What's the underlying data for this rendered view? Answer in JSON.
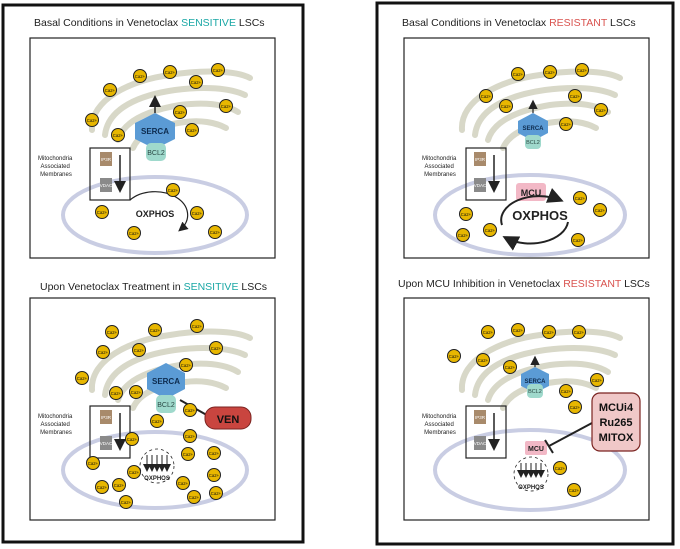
{
  "colors": {
    "sensitive": "#1aa7a5",
    "resistant": "#d9534f",
    "calcium_fill": "#e8b700",
    "serca": "#5b9bd5",
    "bcl2": "#9fd9cc",
    "mcu": "#f2b8c6",
    "ven": "#c9453f",
    "inhibitor_box": "#f0c8c8",
    "er_outline": "#d8d8c8",
    "mito_outline": "#c9cde3"
  },
  "calcium_label": "Ca2+",
  "panels": {
    "p1": {
      "title_prefix": "Basal Conditions in Venetoclax ",
      "title_highlight": "SENSITIVE",
      "title_suffix": " LSCs",
      "mam_label": [
        "Mitochondria",
        "Associated",
        "Membranes"
      ],
      "ip3r": "IP3R",
      "vdac": "VDAC",
      "serca": "SERCA",
      "bcl2": "BCL2",
      "oxphos": "OXPHOS"
    },
    "p2": {
      "title_prefix": "Basal Conditions in Venetoclax ",
      "title_highlight": "RESISTANT",
      "title_suffix": " LSCs",
      "mam_label": [
        "Mitochondria",
        "Associated",
        "Membranes"
      ],
      "ip3r": "IP3R",
      "vdac": "VDAC",
      "serca": "SERCA",
      "bcl2": "BCL2",
      "mcu": "MCU",
      "oxphos": "OXPHOS"
    },
    "p3": {
      "title_prefix": "Upon Venetoclax Treatment in ",
      "title_highlight": "SENSITIVE",
      "title_suffix": " LSCs",
      "mam_label": [
        "Mitochondria",
        "Associated",
        "Membranes"
      ],
      "ip3r": "IP3R",
      "vdac": "VDAC",
      "serca": "SERCA",
      "bcl2": "BCL2",
      "ven": "VEN",
      "oxphos": "OXPHOS"
    },
    "p4": {
      "title_prefix": "Upon MCU Inhibition in Venetoclax ",
      "title_highlight": "RESISTANT",
      "title_suffix": " LSCs",
      "mam_label": [
        "Mitochondria",
        "Associated",
        "Membranes"
      ],
      "ip3r": "IP3R",
      "vdac": "VDAC",
      "serca": "SERCA",
      "bcl2": "BCL2",
      "mcu": "MCU",
      "inhibitors": [
        "MCUi4",
        "Ru265",
        "MITOX"
      ],
      "oxphos": "OXPHOS"
    }
  }
}
